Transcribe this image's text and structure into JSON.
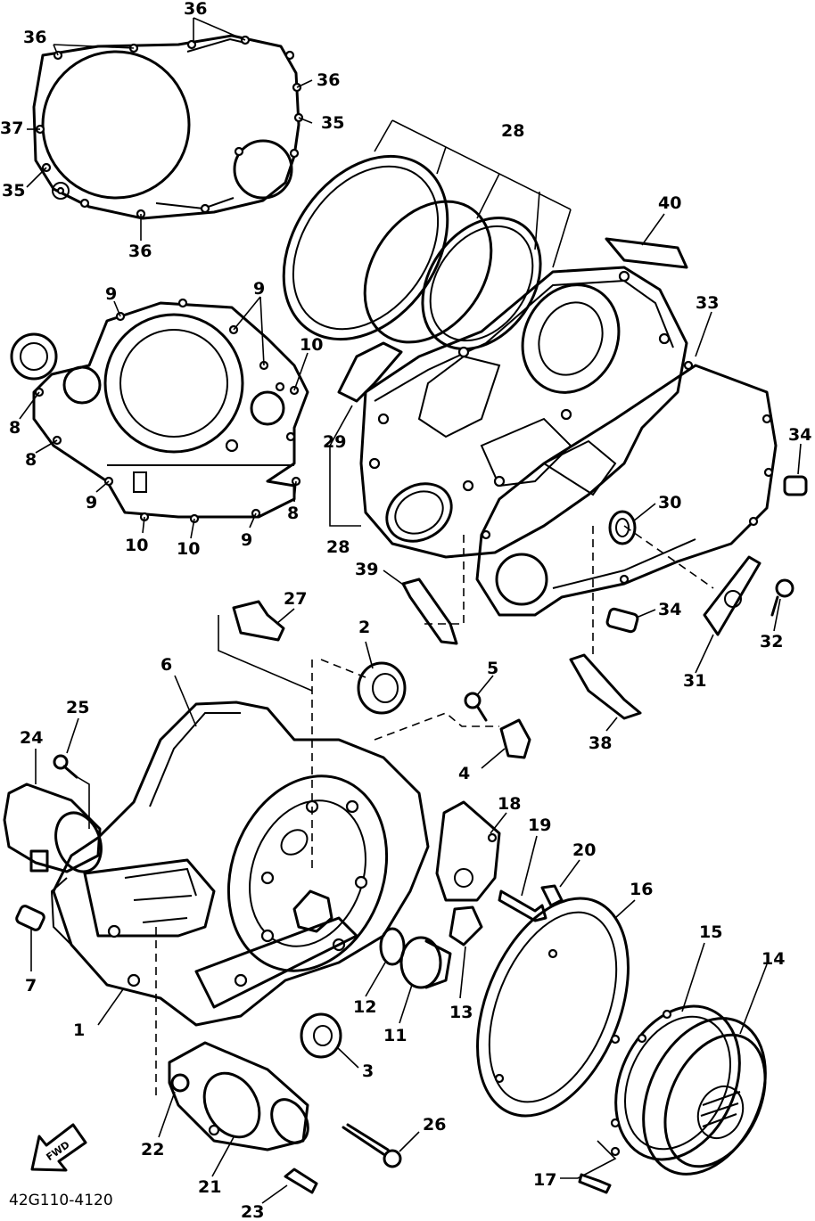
{
  "diagram": {
    "drawing_code": "42G110-4120",
    "direction_marker": "FWD",
    "callouts": {
      "p1": "1",
      "p2": "2",
      "p3": "3",
      "p4": "4",
      "p5": "5",
      "p6": "6",
      "p7": "7",
      "p8": "8",
      "p9": "9",
      "p10": "10",
      "p11": "11",
      "p12": "12",
      "p13": "13",
      "p14": "14",
      "p15": "15",
      "p16": "16",
      "p17": "17",
      "p18": "18",
      "p19": "19",
      "p20": "20",
      "p21": "21",
      "p22": "22",
      "p23": "23",
      "p24": "24",
      "p25": "25",
      "p26": "26",
      "p27": "27",
      "p28": "28",
      "p29": "29",
      "p30": "30",
      "p31": "31",
      "p32": "32",
      "p33": "33",
      "p34": "34",
      "p35": "35",
      "p36": "36",
      "p37": "37",
      "p38": "38",
      "p39": "39",
      "p40": "40"
    }
  }
}
